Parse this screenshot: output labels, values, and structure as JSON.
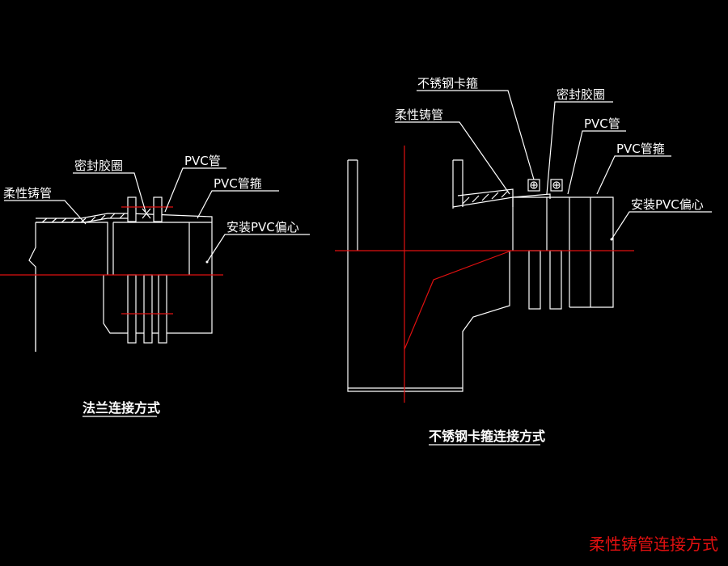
{
  "left_diagram": {
    "caption": "法兰连接方式",
    "labels": {
      "ductile_pipe": "柔性铸管",
      "seal_ring": "密封胶圈",
      "pvc_pipe": "PVC管",
      "pvc_collar": "PVC管箍",
      "install_eccentric": "安装PVC偏心"
    }
  },
  "right_diagram": {
    "caption": "不锈钢卡箍连接方式",
    "labels": {
      "stainless_clamp": "不锈钢卡箍",
      "ductile_pipe": "柔性铸管",
      "seal_ring": "密封胶圈",
      "pvc_pipe": "PVC管",
      "pvc_collar": "PVC管箍",
      "install_eccentric": "安装PVC偏心"
    }
  },
  "sheet_title": "柔性铸管连接方式",
  "colors": {
    "background": "#000000",
    "line": "#ffffff",
    "centerline": "#e01010",
    "title": "#e01010"
  }
}
